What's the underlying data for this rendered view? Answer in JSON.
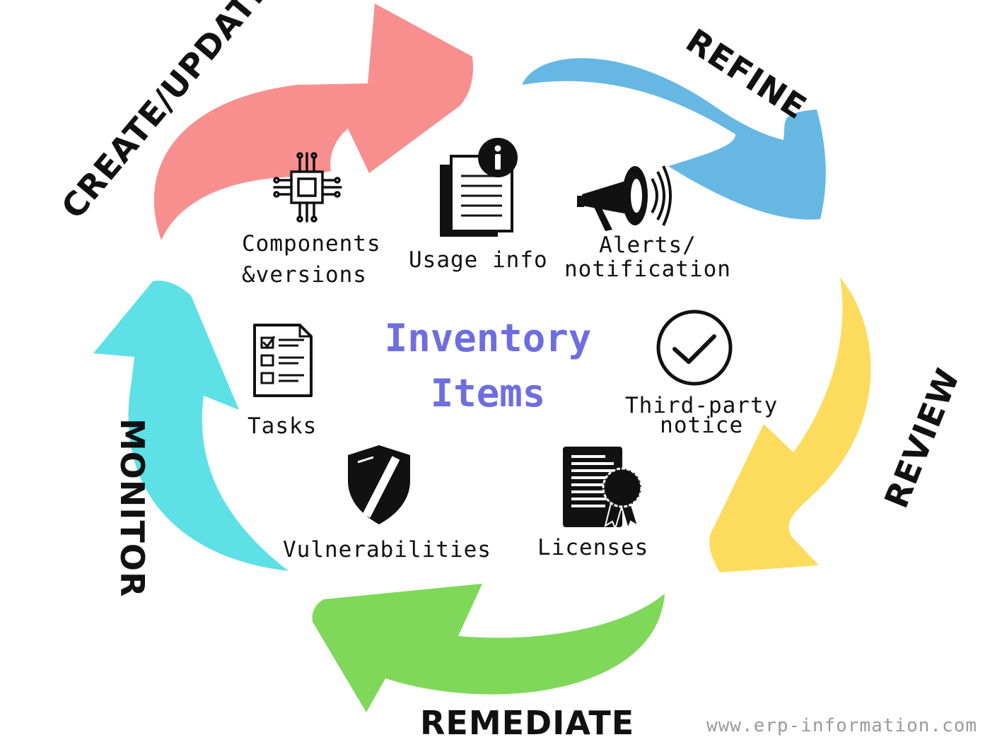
{
  "diagram": {
    "center_title": [
      "Inventory",
      "Items"
    ],
    "phases": [
      {
        "id": "create",
        "label": "CREATE/UPDATE",
        "color": "#f88f8f"
      },
      {
        "id": "refine",
        "label": "REFINE",
        "color": "#66b8e3"
      },
      {
        "id": "review",
        "label": "REVIEW",
        "color": "#fddb5c"
      },
      {
        "id": "remediate",
        "label": "REMEDIATE",
        "color": "#7fd85a"
      },
      {
        "id": "monitor",
        "label": "MONITOR",
        "color": "#5de0e6"
      }
    ],
    "items": [
      {
        "label": "Components\n&versions",
        "icon": "chip-icon"
      },
      {
        "label": "Usage info",
        "icon": "document-info-icon"
      },
      {
        "label": "Alerts/\nnotification",
        "icon": "megaphone-icon"
      },
      {
        "label": "Third-party\nnotice",
        "icon": "check-circle-icon"
      },
      {
        "label": "Licenses",
        "icon": "certificate-icon"
      },
      {
        "label": "Vulnerabilities",
        "icon": "shield-icon"
      },
      {
        "label": "Tasks",
        "icon": "checklist-icon"
      }
    ],
    "title_color": "#6e6ee0"
  },
  "watermark": "www.erp-information.com"
}
